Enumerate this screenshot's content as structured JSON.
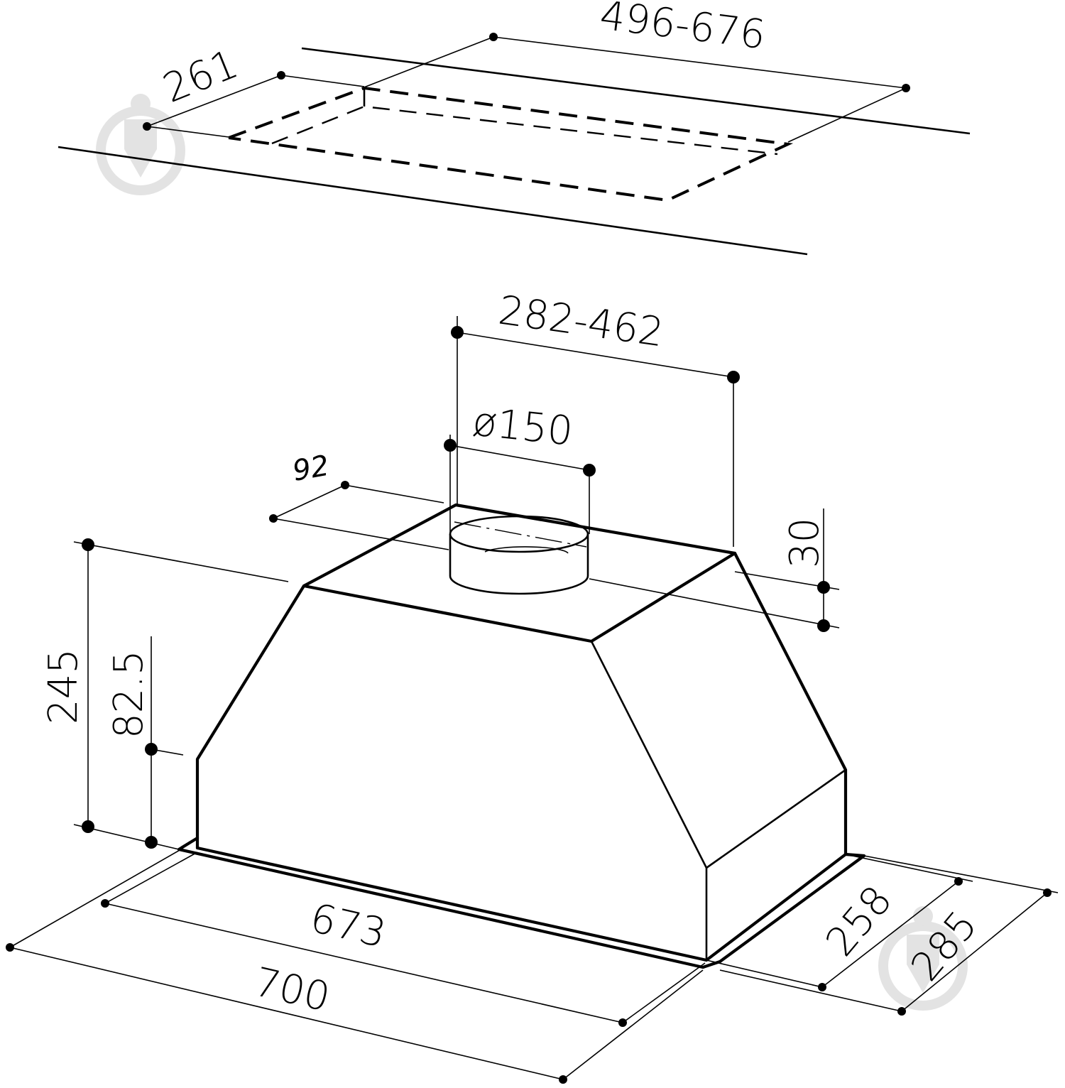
{
  "dimensions": {
    "ceiling_cutout_width": "496-676",
    "ceiling_cutout_depth": "261",
    "duct_spacing": "282-462",
    "duct_diameter": "ø150",
    "duct_offset": "92",
    "duct_height": "30",
    "total_height": "245",
    "lower_height": "82.5",
    "inner_width": "673",
    "outer_width": "700",
    "inner_depth": "258",
    "outer_depth": "285"
  },
  "icons": {
    "watermark": "watermark-logo-icon",
    "dimension_point": "dimension-point-icon"
  }
}
